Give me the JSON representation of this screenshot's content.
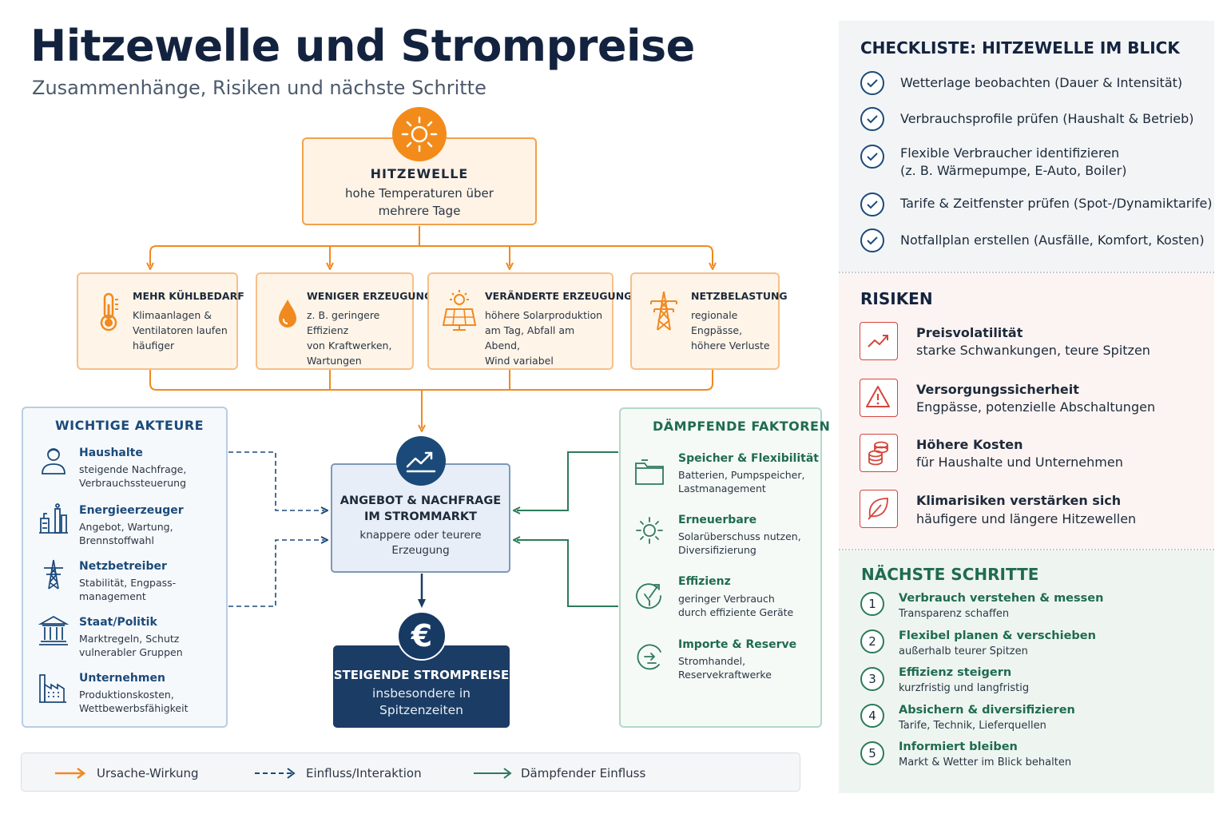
{
  "header": {
    "title": "Hitzewelle und Strompreise",
    "subtitle": "Zusammenhänge, Risiken und nächste Schritte"
  },
  "colors": {
    "cause_orange": "#f08a1f",
    "influence_blue": "#1b4a7a",
    "damping_green": "#2d7a5a",
    "risk_red": "#d6453a",
    "navy": "#1b3c64"
  },
  "heatwave": {
    "icon": "sun-icon",
    "title": "HITZEWELLE",
    "line1": "hohe Temperaturen über",
    "line2": "mehrere Tage"
  },
  "effects": [
    {
      "icon": "thermometer-icon",
      "title": "MEHR KÜHLBEDARF",
      "lines": [
        "Klimaanlagen &",
        "Ventilatoren laufen",
        "häufiger"
      ]
    },
    {
      "icon": "drop-icon",
      "title": "WENIGER ERZEUGUNG",
      "lines": [
        "z. B. geringere Effizienz",
        "von Kraftwerken,",
        "Wartungen"
      ]
    },
    {
      "icon": "solar-panel-icon",
      "title": "VERÄNDERTE ERZEUGUNG",
      "lines": [
        "höhere Solarproduktion",
        "am Tag, Abfall am Abend,",
        "Wind variabel"
      ]
    },
    {
      "icon": "power-tower-icon",
      "title": "NETZBELASTUNG",
      "lines": [
        "regionale Engpässe,",
        "höhere Verluste"
      ]
    }
  ],
  "actors": {
    "title": "WICHTIGE AKTEURE",
    "items": [
      {
        "icon": "person-icon",
        "title": "Haushalte",
        "lines": [
          "steigende Nachfrage,",
          "Verbrauchssteuerung"
        ]
      },
      {
        "icon": "power-plant-icon",
        "title": "Energieerzeuger",
        "lines": [
          "Angebot, Wartung,",
          "Brennstoffwahl"
        ]
      },
      {
        "icon": "power-tower-icon",
        "title": "Netzbetreiber",
        "lines": [
          "Stabilität, Engpass-",
          "management"
        ]
      },
      {
        "icon": "government-building-icon",
        "title": "Staat/Politik",
        "lines": [
          "Marktregeln, Schutz",
          "vulnerabler Gruppen"
        ]
      },
      {
        "icon": "factory-icon",
        "title": "Unternehmen",
        "lines": [
          "Produktionskosten,",
          "Wettbewerbsfähigkeit"
        ]
      }
    ]
  },
  "market": {
    "icon": "trend-chart-icon",
    "title1": "ANGEBOT & NACHFRAGE",
    "title2": "IM STROMMARKT",
    "line1": "knappere oder teurere",
    "line2": "Erzeugung"
  },
  "prices": {
    "icon": "euro-icon",
    "glyph": "€",
    "title": "STEIGENDE STROMPREISE",
    "line1": "insbesondere in",
    "line2": "Spitzenzeiten"
  },
  "damping": {
    "title": "DÄMPFENDE FAKTOREN",
    "items": [
      {
        "icon": "battery-folder-icon",
        "title": "Speicher & Flexibilität",
        "lines": [
          "Batterien, Pumpspeicher,",
          "Lastmanagement"
        ]
      },
      {
        "icon": "sun-icon",
        "title": "Erneuerbare",
        "lines": [
          "Solarüberschuss nutzen,",
          "Diversifizierung"
        ]
      },
      {
        "icon": "efficiency-gauge-icon",
        "title": "Effizienz",
        "lines": [
          "geringer Verbrauch",
          "durch effiziente Geräte"
        ]
      },
      {
        "icon": "import-arrows-icon",
        "title": "Importe & Reserve",
        "lines": [
          "Stromhandel,",
          "Reservekraftwerke"
        ]
      }
    ]
  },
  "legend": {
    "cause": "Ursache-Wirkung",
    "influence": "Einfluss/Interaktion",
    "damping": "Dämpfender Einfluss"
  },
  "checklist": {
    "title": "CHECKLISTE: HITZEWELLE IM BLICK",
    "items": [
      {
        "lines": [
          "Wetterlage beobachten (Dauer & Intensität)"
        ]
      },
      {
        "lines": [
          "Verbrauchsprofile prüfen (Haushalt & Betrieb)"
        ]
      },
      {
        "lines": [
          "Flexible Verbraucher identifizieren",
          "(z. B. Wärmepumpe, E-Auto, Boiler)"
        ]
      },
      {
        "lines": [
          "Tarife & Zeitfenster prüfen (Spot-/Dynamiktarife)"
        ]
      },
      {
        "lines": [
          "Notfallplan erstellen (Ausfälle, Komfort, Kosten)"
        ]
      }
    ]
  },
  "risks": {
    "title": "RISIKEN",
    "items": [
      {
        "icon": "trend-up-icon",
        "title": "Preisvolatilität",
        "text": "starke Schwankungen, teure Spitzen"
      },
      {
        "icon": "warning-icon",
        "title": "Versorgungssicherheit",
        "text": "Engpässe, potenzielle Abschaltungen"
      },
      {
        "icon": "coins-icon",
        "title": "Höhere Kosten",
        "text": "für Haushalte und Unternehmen"
      },
      {
        "icon": "leaf-icon",
        "title": "Klimarisiken verstärken sich",
        "text": "häufigere und längere Hitzewellen"
      }
    ]
  },
  "next_steps": {
    "title": "NÄCHSTE SCHRITTE",
    "items": [
      {
        "num": "1",
        "title": "Verbrauch verstehen & messen",
        "text": "Transparenz schaffen"
      },
      {
        "num": "2",
        "title": "Flexibel planen & verschieben",
        "text": "außerhalb teurer Spitzen"
      },
      {
        "num": "3",
        "title": "Effizienz steigern",
        "text": "kurzfristig und langfristig"
      },
      {
        "num": "4",
        "title": "Absichern & diversifizieren",
        "text": "Tarife, Technik, Lieferquellen"
      },
      {
        "num": "5",
        "title": "Informiert bleiben",
        "text": "Markt & Wetter im Blick behalten"
      }
    ]
  }
}
